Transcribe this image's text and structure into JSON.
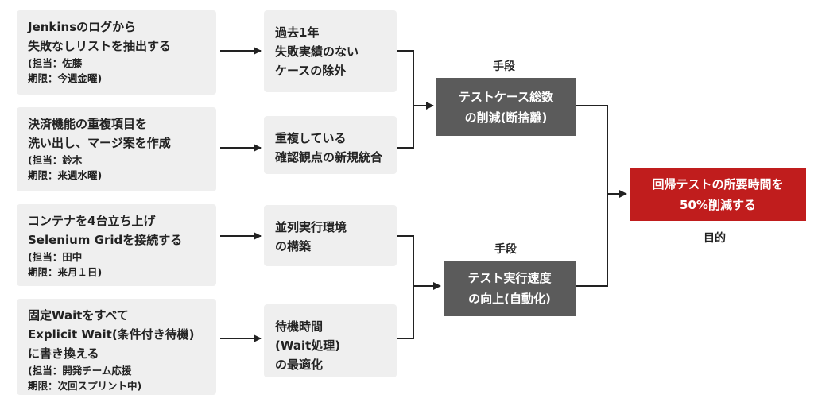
{
  "tasks": [
    {
      "title": [
        "Jenkinsのログから",
        "失敗なしリストを抽出する"
      ],
      "owner": "(担当：佐藤",
      "deadline": " 期限：今週金曜)"
    },
    {
      "title": [
        "決済機能の重複項目を",
        "洗い出し、マージ案を作成"
      ],
      "owner": "(担当：鈴木",
      "deadline": " 期限：来週水曜)"
    },
    {
      "title": [
        "コンテナを4台立ち上げ",
        "Selenium Gridを接続する"
      ],
      "owner": "(担当：田中",
      "deadline": " 期限：来月１日)"
    },
    {
      "title": [
        "固定Waitをすべて",
        "Explicit Wait(条件付き待機)",
        "に書き換える"
      ],
      "owner": "(担当：開発チーム応援",
      "deadline": " 期限：次回スプリント中)"
    }
  ],
  "actions": [
    {
      "lines": [
        "過去1年",
        "失敗実績のない",
        "ケースの除外"
      ]
    },
    {
      "lines": [
        "重複している",
        "確認観点の新規統合"
      ]
    },
    {
      "lines": [
        "並列実行環境",
        "の構築"
      ]
    },
    {
      "lines": [
        "待機時間",
        "(Wait処理)",
        "の最適化"
      ]
    }
  ],
  "means": [
    {
      "label": "手段",
      "lines": [
        "テストケース総数",
        "の削減(断捨離)"
      ]
    },
    {
      "label": "手段",
      "lines": [
        "テスト実行速度",
        "の向上(自動化)"
      ]
    }
  ],
  "goal": {
    "label": "目的",
    "lines": [
      "回帰テストの所要時間を",
      "50%削減する"
    ]
  },
  "colors": {
    "task_bg": "#efefef",
    "means_bg": "#5b5b5b",
    "goal_bg": "#c01d1d",
    "line": "#222222"
  }
}
